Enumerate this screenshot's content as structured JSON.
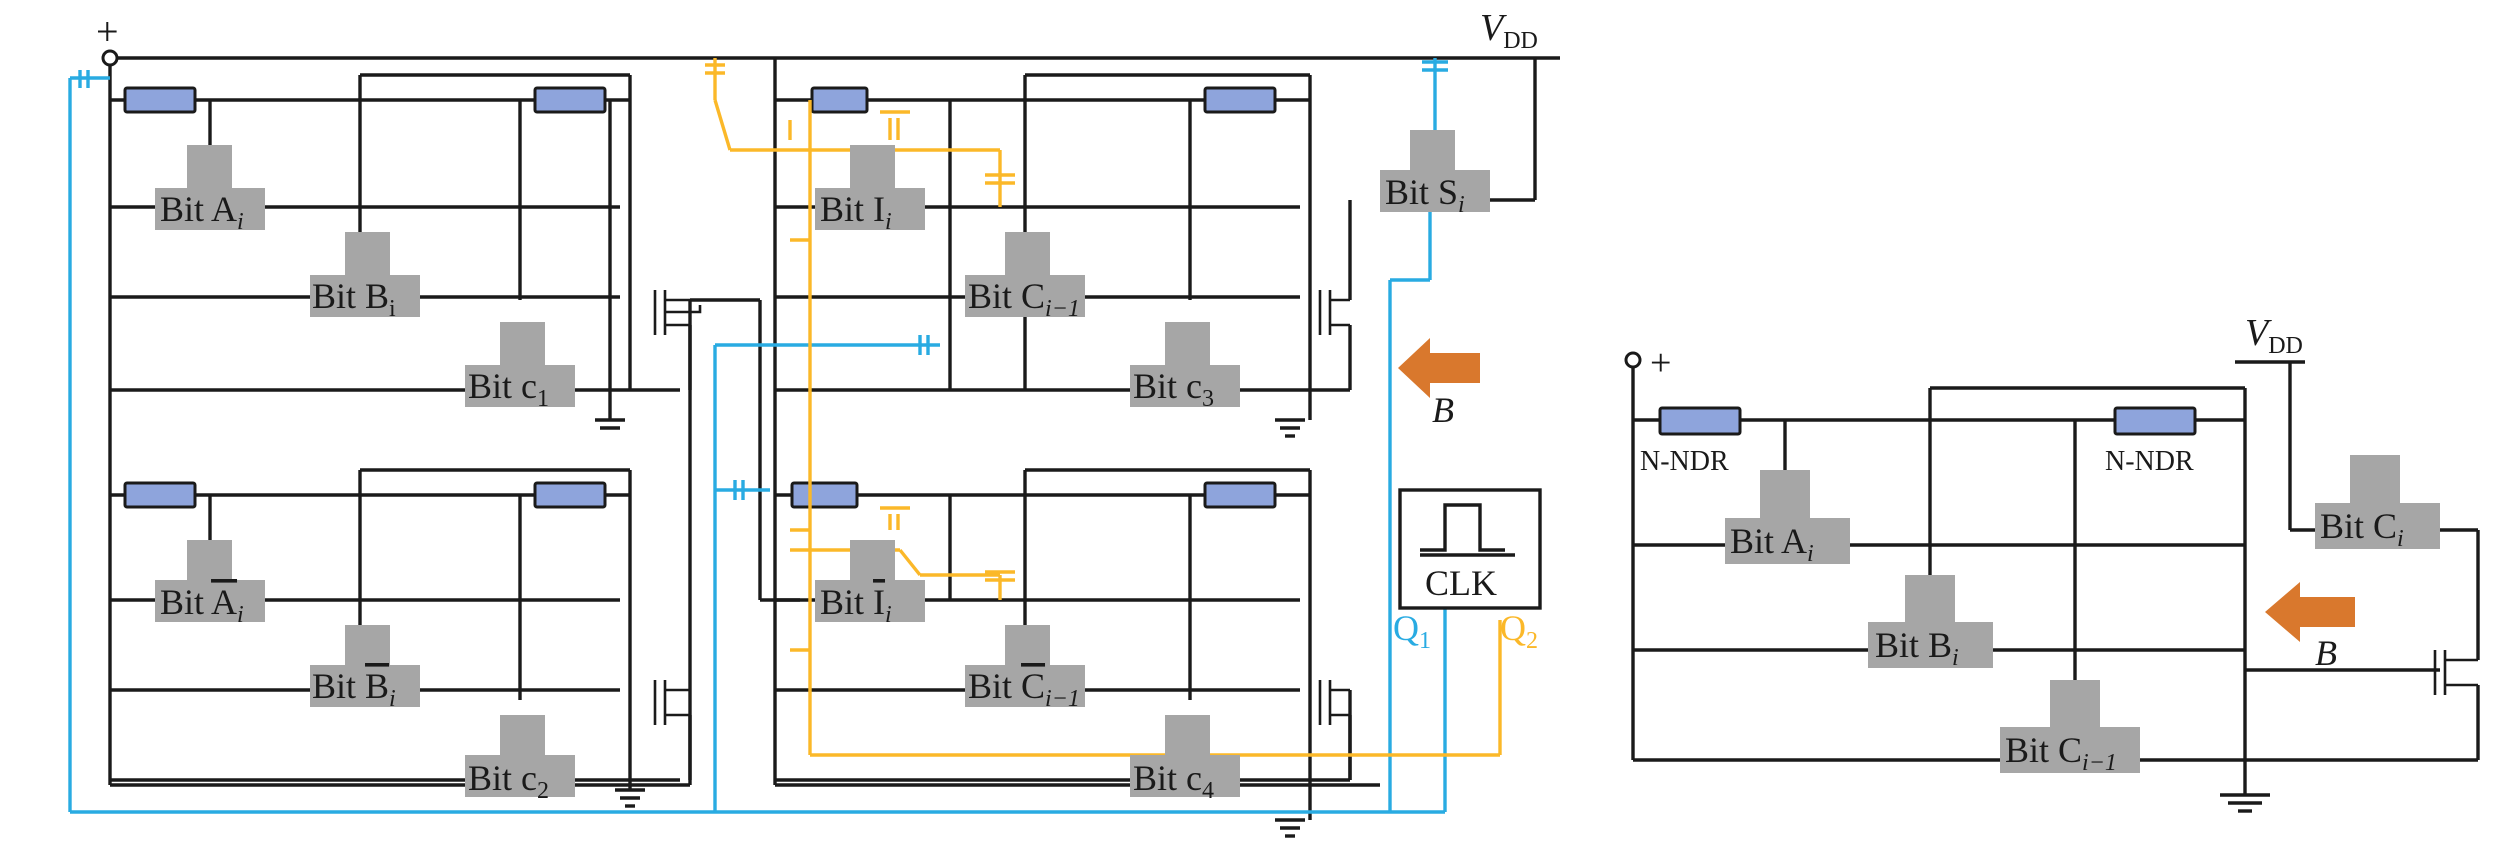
{
  "left_circuit": {
    "supply_plus": "+",
    "vdd": {
      "base": "V",
      "sub": "DD"
    },
    "cells": {
      "bit_a": {
        "prefix": "Bit A",
        "sub": "i"
      },
      "bit_b": {
        "prefix": "Bit B",
        "sub": "i"
      },
      "bit_c1": {
        "prefix": "Bit c",
        "sub": "1"
      },
      "bit_a_bar": {
        "prefix": "Bit ",
        "bar": "A",
        "sub": "i"
      },
      "bit_b_bar": {
        "prefix": "Bit ",
        "bar": "B",
        "sub": "i"
      },
      "bit_c2": {
        "prefix": "Bit c",
        "sub": "2"
      },
      "bit_i": {
        "prefix": "Bit I",
        "sub": "i"
      },
      "bit_c_im1": {
        "prefix": "Bit C",
        "sub": "i−1"
      },
      "bit_c3": {
        "prefix": "Bit c",
        "sub": "3"
      },
      "bit_i_bar": {
        "prefix": "Bit ",
        "bar": "I",
        "sub": "i"
      },
      "bit_c_im1_bar": {
        "prefix": "Bit ",
        "bar": "C",
        "sub": "i−1"
      },
      "bit_c4": {
        "prefix": "Bit c",
        "sub": "4"
      },
      "bit_s": {
        "prefix": "Bit S",
        "sub": "i"
      }
    },
    "field_label": "B",
    "clock": {
      "label": "CLK",
      "q1": {
        "base": "Q",
        "sub": "1"
      },
      "q2": {
        "base": "Q",
        "sub": "2"
      }
    },
    "colors": {
      "wire": "#1a1a1a",
      "q1_line": "#29abe2",
      "q2_line": "#fbb829",
      "cell": "#a6a6a6",
      "ndr": "#8ea4dc",
      "arrow": "#d9782d"
    }
  },
  "right_circuit": {
    "supply_plus": "+",
    "vdd": {
      "base": "V",
      "sub": "DD"
    },
    "ndr_left": "N-NDR",
    "ndr_right": "N-NDR",
    "cells": {
      "bit_a": {
        "prefix": "Bit A",
        "sub": "i"
      },
      "bit_b": {
        "prefix": "Bit B",
        "sub": "i"
      },
      "bit_c_im1": {
        "prefix": "Bit C",
        "sub": "i−1"
      },
      "bit_c": {
        "prefix": "Bit C",
        "sub": "i"
      }
    },
    "field_label": "B"
  }
}
